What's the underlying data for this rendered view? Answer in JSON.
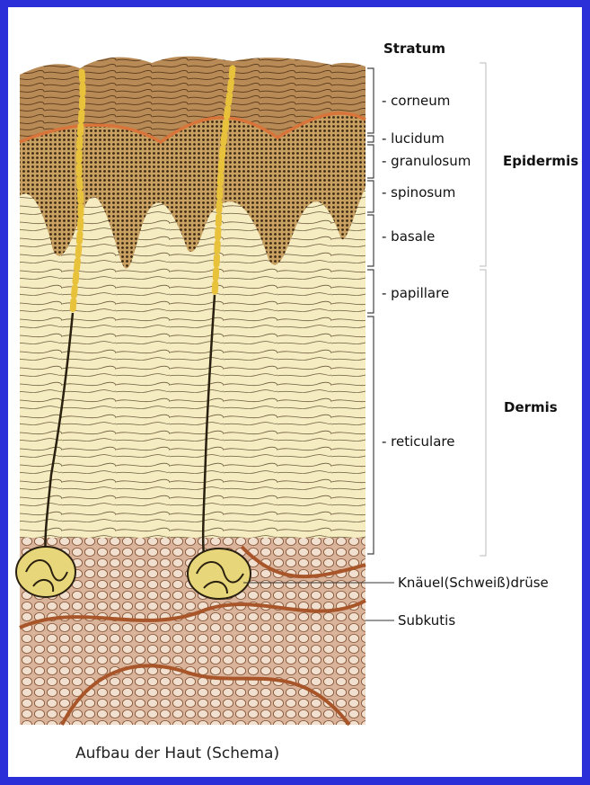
{
  "header": {
    "stratum": "Stratum"
  },
  "layers": {
    "corneum": "- corneum",
    "lucidum": "- lucidum",
    "granulosum": "- granulosum",
    "spinosum": "- spinosum",
    "basale": "- basale",
    "papillare": "- papillare",
    "reticulare": "- reticulare"
  },
  "groups": {
    "epidermis": "Epidermis",
    "dermis": "Dermis"
  },
  "callouts": {
    "gland": "Knäuel(Schweiß)drüse",
    "subcutis": "Subkutis"
  },
  "caption": "Aufbau der Haut (Schema)",
  "colors": {
    "border": "#2b2fd8",
    "corneum": "#9a6a3c",
    "lucidum": "#d9743a",
    "granular": "#7a5424",
    "dermis": "#f6ecc2",
    "subcutis": "#c99a7a",
    "duct": "#e8c23a"
  }
}
